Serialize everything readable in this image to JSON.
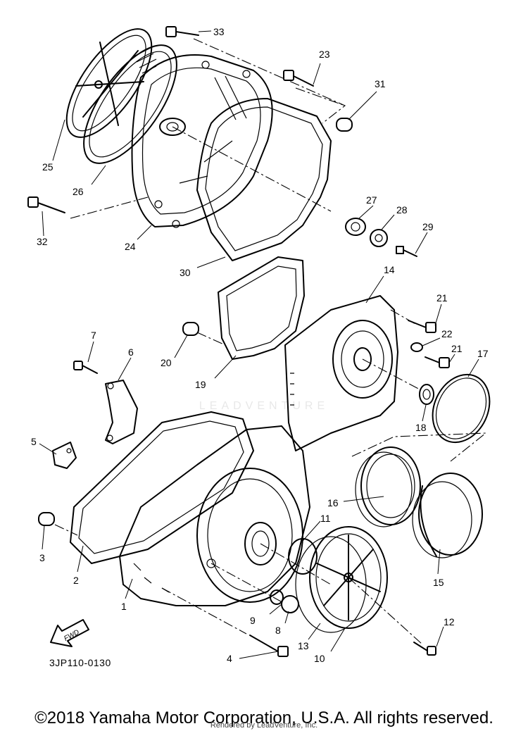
{
  "diagram": {
    "code": "3JP110-0130",
    "fwd_label": "FWD",
    "labels": {
      "p1": "1",
      "p2": "2",
      "p3": "3",
      "p4": "4",
      "p5": "5",
      "p6": "6",
      "p7": "7",
      "p8": "8",
      "p9": "9",
      "p10": "10",
      "p11": "11",
      "p12": "12",
      "p13": "13",
      "p14": "14",
      "p15": "15",
      "p16": "16",
      "p17": "17",
      "p18": "18",
      "p19": "19",
      "p20": "20",
      "p21a": "21",
      "p21b": "21",
      "p22": "22",
      "p23": "23",
      "p24": "24",
      "p25": "25",
      "p26": "26",
      "p27": "27",
      "p28": "28",
      "p29": "29",
      "p30": "30",
      "p31": "31",
      "p32": "32",
      "p33": "33"
    }
  },
  "footer": {
    "copyright": "©2018 Yamaha Motor Corporation, U.S.A. All rights reserved.",
    "rendered_by": "Rendered by LeadVenture, Inc."
  },
  "watermark": {
    "text": "LEADVENTURE"
  }
}
